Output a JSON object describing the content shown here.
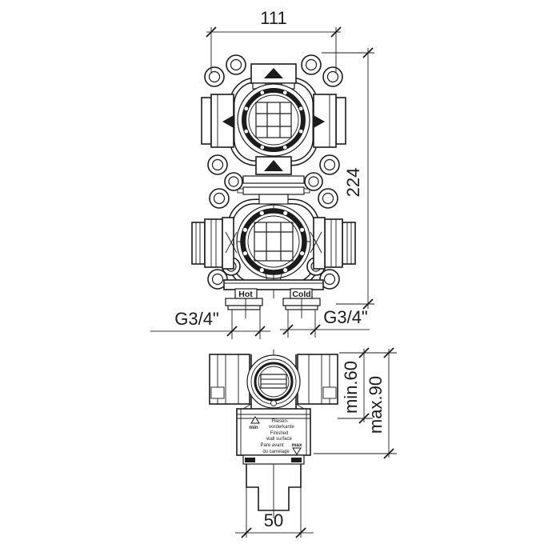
{
  "drawing": {
    "type": "technical installation drawing - concealed thermostatic shower valve",
    "colors": {
      "line": "#1c1c1c",
      "background": "#ffffff"
    },
    "front_view": {
      "dim_width": "111",
      "dim_height": "224",
      "thread_left": "G3/4\"",
      "thread_right": "G3/4\"",
      "inlet_left": "Hot",
      "inlet_right": "Cold"
    },
    "side_view": {
      "dim_depth_min": "min.60",
      "dim_depth_max": "max.90",
      "dim_width": "50",
      "wall_note": {
        "min": "min",
        "max": "max",
        "lines": [
          "Fliesen-",
          "vorderkante",
          "Finished",
          "wall surface",
          "Pare avant",
          "du carrelage"
        ]
      }
    }
  }
}
